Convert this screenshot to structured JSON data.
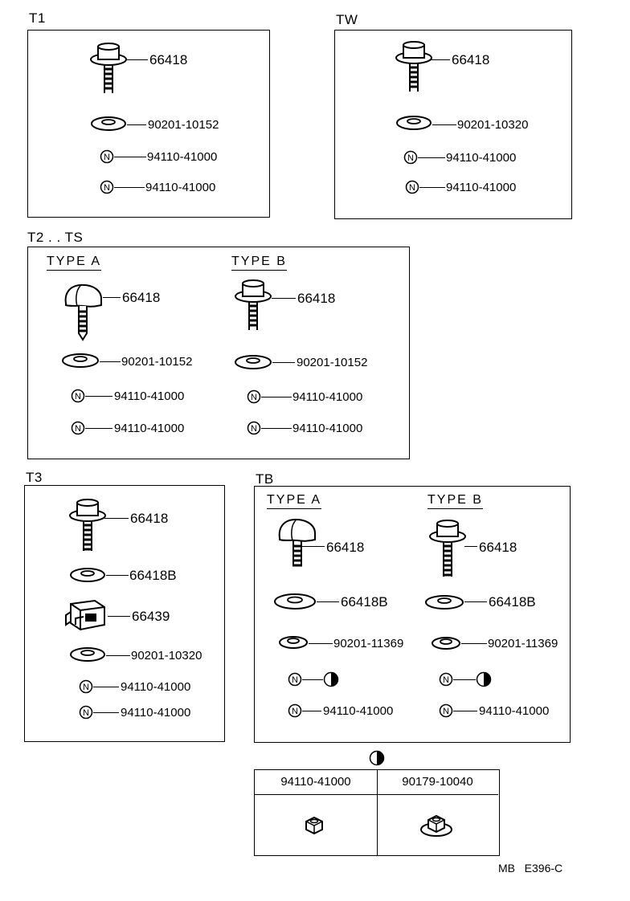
{
  "sections": {
    "t1": "T1",
    "tw": "TW",
    "t2ts": "T2 . . TS",
    "t3": "T3",
    "tb": "TB"
  },
  "types": {
    "a": "TYPE  A",
    "b": "TYPE  B"
  },
  "parts": {
    "bolt": "66418",
    "washer_b": "66418B",
    "clip": "66439",
    "washer_152": "90201-10152",
    "washer_320": "90201-10320",
    "washer_369": "90201-11369",
    "nut": "94110-41000",
    "nut_flange": "90179-10040"
  },
  "symbols": {
    "n": "N"
  },
  "footer": "MB   E396-C"
}
